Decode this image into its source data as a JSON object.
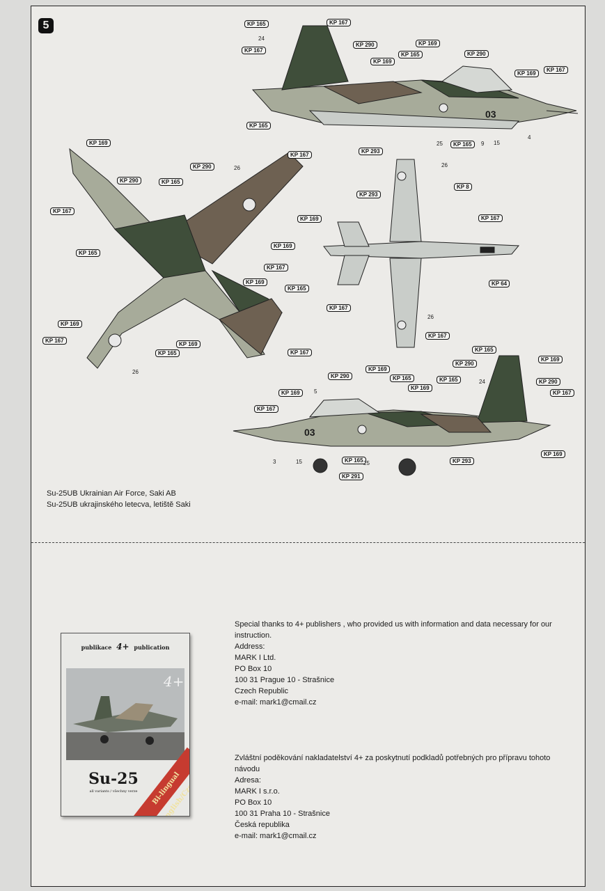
{
  "page": {
    "number": "5"
  },
  "callouts": {
    "kp165": "KP 165",
    "kp167": "KP 167",
    "kp169": "KP 169",
    "kp290": "KP 290",
    "kp293": "KP 293",
    "kp8": "KP 8",
    "kp64": "KP 64",
    "kp291": "KP 291"
  },
  "numbers": {
    "n3": "3",
    "n4": "4",
    "n5": "5",
    "n9": "9",
    "n15": "15",
    "n24": "24",
    "n25": "25",
    "n26": "26"
  },
  "aircraft": {
    "serial": "03"
  },
  "caption": {
    "en": "Su-25UB Ukrainian Air Force, Saki AB",
    "cz": "Su-25UB ukrajinského letecva, letiště Saki"
  },
  "book": {
    "publisher_left": "publikace",
    "publisher_mark": "4+",
    "publisher_right": "publication",
    "title": "Su-25",
    "subtitle": "all variants / všechny verze",
    "band": "Bi-lingual English/Czech"
  },
  "thanks_en": "Special thanks to 4+ publishers , who provided us with information and data necessary for our instruction.",
  "address_en": {
    "label": "Address:",
    "lines": [
      "MARK I Ltd.",
      "PO Box 10",
      "100 31 Prague 10 - Strašnice",
      "Czech Republic",
      "e-mail: mark1@cmail.cz"
    ]
  },
  "thanks_cz": "Zvláštní poděkování nakladatelství 4+ za poskytnutí podkladů potřebných pro přípravu tohoto návodu",
  "address_cz": {
    "label": "Adresa:",
    "lines": [
      "MARK I s.r.o.",
      "PO Box 10",
      "100 31 Praha 10 - Strašnice",
      "Česká republika",
      "e-mail: mark1@cmail.cz"
    ]
  },
  "colors": {
    "camo_dark": "#3f4e3a",
    "camo_brown": "#6e6152",
    "camo_light": "#a7ab9a",
    "underside": "#c9cdc9"
  }
}
